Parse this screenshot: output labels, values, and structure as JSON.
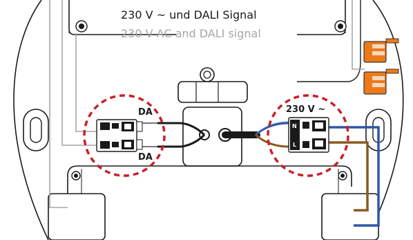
{
  "labels": {
    "title_de": "230 V ~ und DALI Signal",
    "title_en": "230 V AC and DALI signal",
    "da_top": "DA",
    "da_bottom": "DA",
    "mains": "230 V ~",
    "pin_n": "N",
    "pin_l": "L"
  },
  "colors": {
    "dali_highlight": "#c8202a",
    "neutral_wire": "#2f57a5",
    "live_wire": "#8b5a1e",
    "signal_wire": "#1a1a1a",
    "connector_orange": "#ea7a1c",
    "outline": "#1a1a1a",
    "guide_line": "#a6a6a6"
  }
}
